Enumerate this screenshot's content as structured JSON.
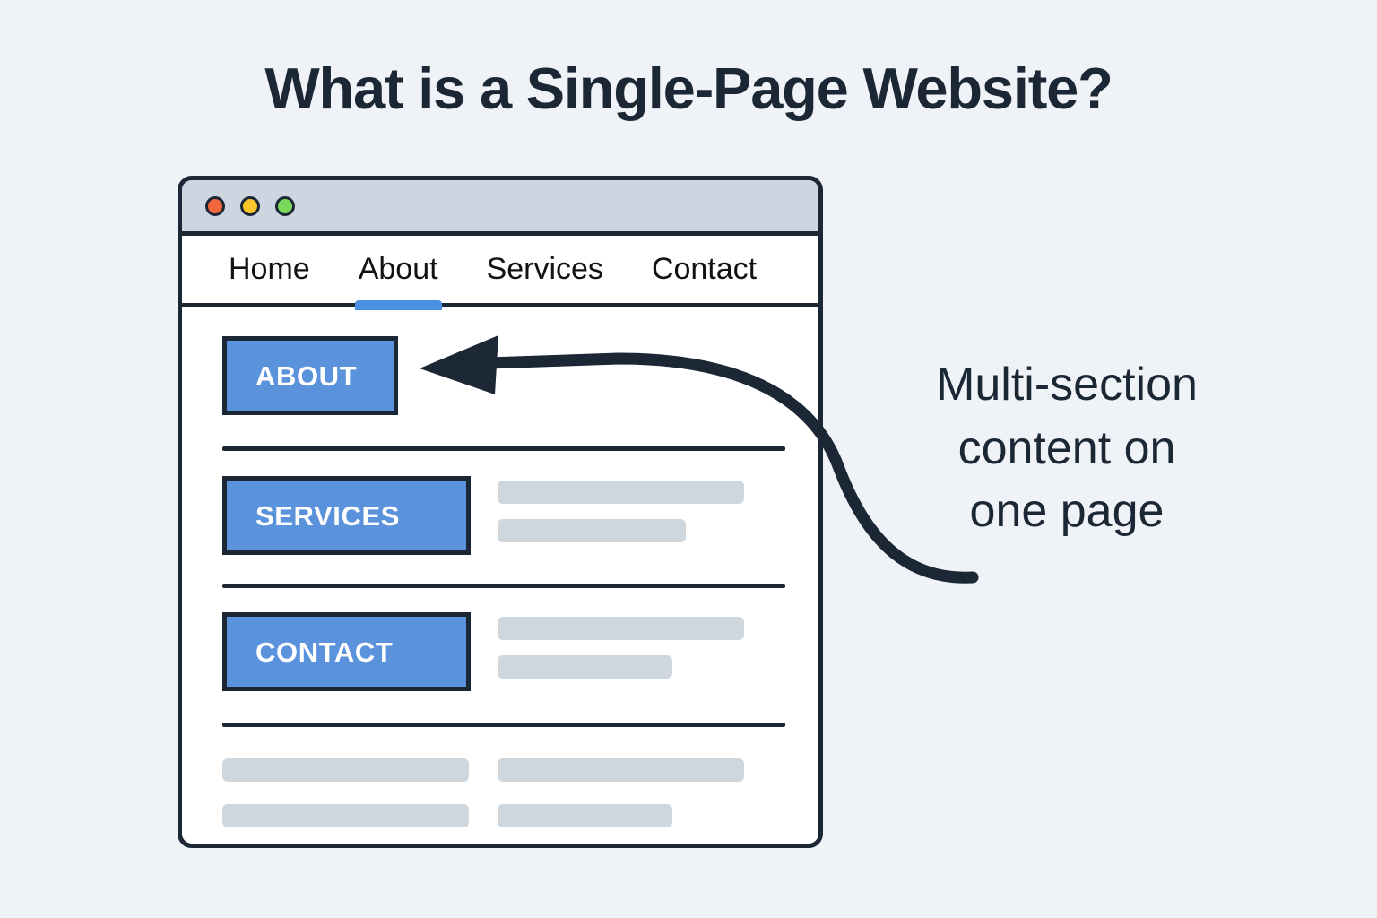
{
  "page": {
    "title": "What is a Single-Page Website?",
    "background_color": "#eff2f6",
    "ink_color": "#1b2735",
    "accent_color": "#5b92dc"
  },
  "browser": {
    "title_bar": {
      "dots": [
        {
          "name": "close-dot",
          "color": "#f2683c"
        },
        {
          "name": "minimize-dot",
          "color": "#fcc52b"
        },
        {
          "name": "maximize-dot",
          "color": "#79d95b"
        }
      ]
    },
    "nav": {
      "items": [
        {
          "label": "Home",
          "active": false
        },
        {
          "label": "About",
          "active": true
        },
        {
          "label": "Services",
          "active": false
        },
        {
          "label": "Contact",
          "active": false
        }
      ]
    },
    "sections": [
      {
        "label": "ABOUT"
      },
      {
        "label": "SERVICES"
      },
      {
        "label": "CONTACT"
      }
    ]
  },
  "annotation": {
    "line1": "Multi-section",
    "line2": "content on",
    "line3": "one page"
  }
}
